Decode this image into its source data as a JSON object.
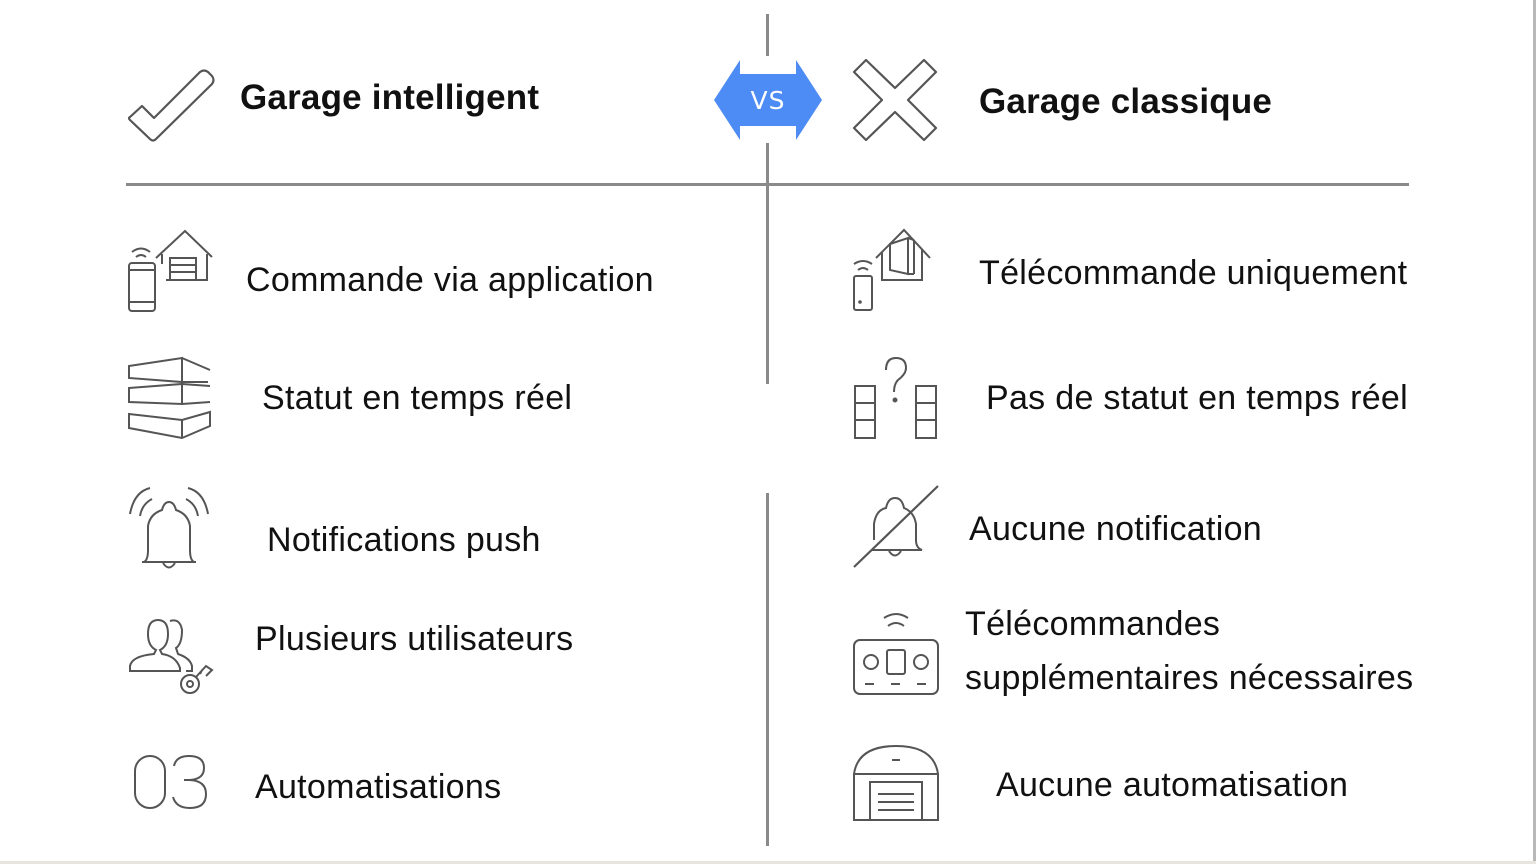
{
  "colors": {
    "accent_badge": "#4d8cf5",
    "divider": "#8a8a8a",
    "icon_stroke": "#555555",
    "text": "#111111",
    "background": "#ffffff"
  },
  "badge": {
    "label": "VS",
    "icon": "double-arrow-hexagon"
  },
  "left": {
    "title": "Garage intelligent",
    "title_icon": "checkmark-icon",
    "items": [
      {
        "icon": "phone-house-garage-icon",
        "label": "Commande via application"
      },
      {
        "icon": "stacked-status-panels-icon",
        "label": "Statut en temps réel"
      },
      {
        "icon": "ringing-bell-icon",
        "label": "Notifications push"
      },
      {
        "icon": "users-key-icon",
        "label": "Plusieurs utilisateurs"
      },
      {
        "icon": "number-03-icon",
        "label": "Automatisations",
        "icon_text": "03"
      }
    ]
  },
  "right": {
    "title": "Garage classique",
    "title_icon": "cross-icon",
    "items": [
      {
        "icon": "remote-house-door-icon",
        "label": "Télécommande uniquement"
      },
      {
        "icon": "question-status-icon",
        "label": "Pas de statut en temps réel",
        "icon_text": "?"
      },
      {
        "icon": "bell-muted-icon",
        "label": "Aucune notification"
      },
      {
        "icon": "remote-control-icon",
        "label_line1": "Télécommandes",
        "label_line2": "supplémentaires nécessaires"
      },
      {
        "icon": "garage-door-icon",
        "label": "Aucune automatisation"
      }
    ]
  }
}
